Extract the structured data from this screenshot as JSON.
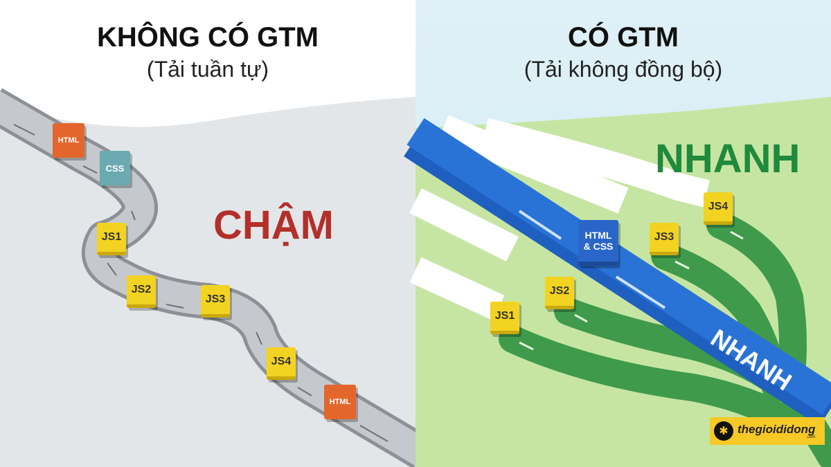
{
  "left": {
    "title": "KHÔNG CÓ GTM",
    "subtitle": "(Tải tuần tự)",
    "label": "CHẬM",
    "label_color": "#b3302a",
    "boxes": [
      "HTML",
      "CSS",
      "JS1",
      "JS2",
      "JS3",
      "JS4",
      "HTML"
    ]
  },
  "right": {
    "title": "CÓ GTM",
    "subtitle": "(Tải không đồng bộ)",
    "label": "NHANH",
    "label_color": "#1f8a3b",
    "road_label": "NHANH",
    "main_box": "HTML & CSS",
    "boxes": [
      "JS1",
      "JS2",
      "JS3",
      "JS4"
    ]
  },
  "logo": {
    "text": "thegioididong",
    "suffix": ".com"
  }
}
